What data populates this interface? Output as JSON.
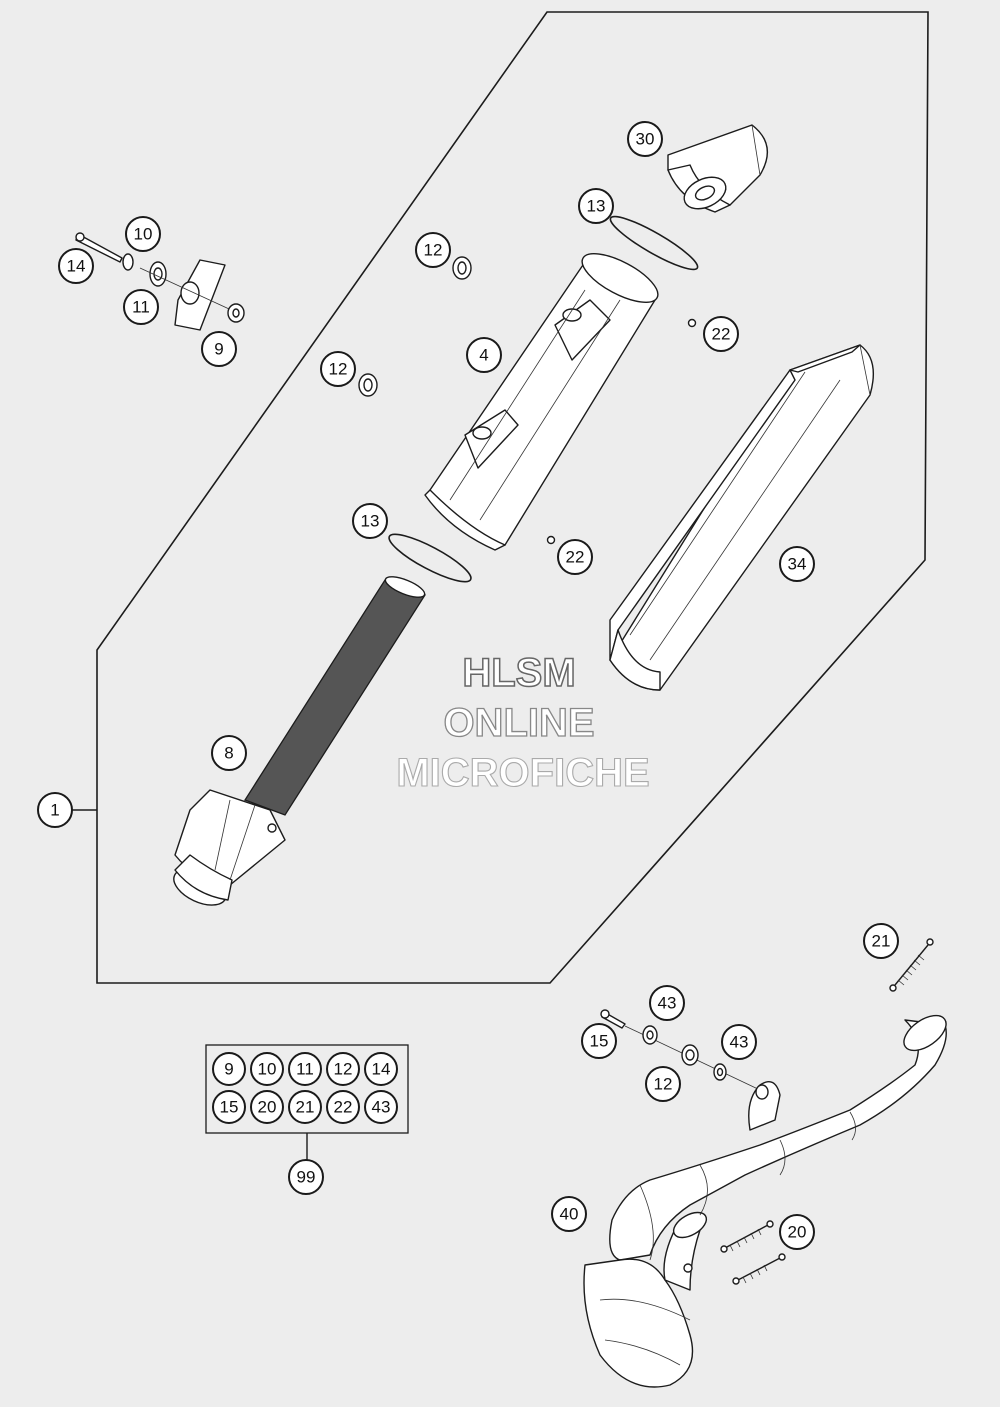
{
  "watermark": {
    "line1": "HLSM",
    "line2": "ONLINE",
    "line3": "MICROFICHE"
  },
  "callouts": {
    "c1": "1",
    "c4": "4",
    "c8": "8",
    "c9": "9",
    "c10": "10",
    "c11": "11",
    "c12a": "12",
    "c12b": "12",
    "c12c": "12",
    "c13a": "13",
    "c13b": "13",
    "c14": "14",
    "c15": "15",
    "c20": "20",
    "c21": "21",
    "c22a": "22",
    "c22b": "22",
    "c30": "30",
    "c34": "34",
    "c40": "40",
    "c43a": "43",
    "c43b": "43",
    "c99": "99"
  },
  "kit": {
    "row1": [
      "9",
      "10",
      "11",
      "12",
      "14"
    ],
    "row2": [
      "15",
      "20",
      "21",
      "22",
      "43"
    ]
  },
  "colors": {
    "background": "#ededed",
    "line": "#1c1c1c"
  }
}
